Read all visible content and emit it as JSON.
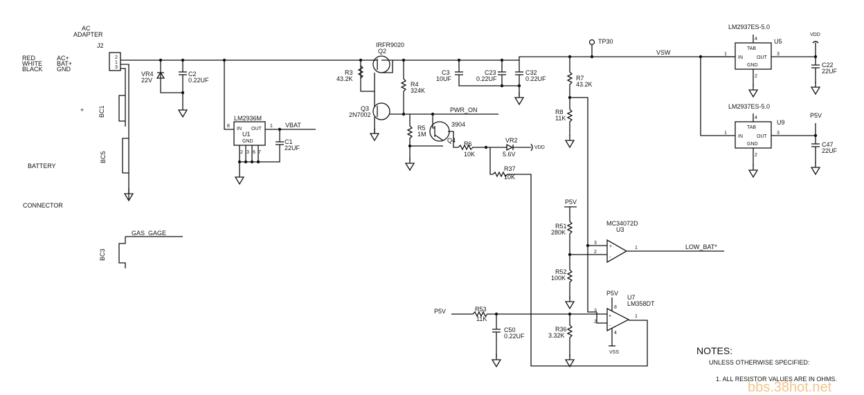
{
  "connector": {
    "ac_label": "AC",
    "adapter_label": "ADAPTER",
    "j2": "J2",
    "wire_red": "RED",
    "wire_white": "WHITE",
    "wire_black": "BLACK",
    "sig_ac": "AC+",
    "sig_bat": "BAT+",
    "sig_gnd": "GND",
    "pin2": "2",
    "pin1": "1",
    "pin3": "3",
    "plus": "+",
    "battery": "BATTERY",
    "connector_label": "CONNECTOR",
    "gas_gage": "GAS_GAGE"
  },
  "contacts": {
    "bc1": "BC1",
    "bc5": "BC5",
    "bc3": "BC3"
  },
  "vr4": {
    "ref": "VR4",
    "value": "22V"
  },
  "c2": {
    "ref": "C2",
    "value": "0.22UF"
  },
  "u1": {
    "part": "LM2936M",
    "ref": "U1",
    "in": "IN",
    "out": "OUT",
    "gnd": "GND",
    "pin_in": "8",
    "pin_out": "1",
    "pin_gnd_a": "2",
    "pin_gnd_b": "3",
    "pin_gnd_c": "6",
    "pin_gnd_d": "7"
  },
  "vbat": "VBAT",
  "c1": {
    "ref": "C1",
    "value": "22UF"
  },
  "q2": {
    "part": "IRFR9020",
    "ref": "Q2"
  },
  "r3": {
    "ref": "R3",
    "value": "43.2K"
  },
  "r4": {
    "ref": "R4",
    "value": "324K"
  },
  "q3": {
    "ref": "Q3",
    "part": "2N7002"
  },
  "pwr_on": "PWR_ON",
  "r5": {
    "ref": "R5",
    "value": "1M"
  },
  "q4": {
    "part": "3904",
    "ref": "Q4"
  },
  "r6": {
    "ref": "R6",
    "value": "10K"
  },
  "vr2": {
    "ref": "VR2",
    "value": "5.6V"
  },
  "vdd": "VDD",
  "r37": {
    "ref": "R37",
    "value": "10K"
  },
  "c3": {
    "ref": "C3",
    "value": "10UF"
  },
  "c23": {
    "ref": "C23",
    "value": "0.22UF"
  },
  "c32": {
    "ref": "C32",
    "value": "0.22UF"
  },
  "tp30": "TP30",
  "vsw": "VSW",
  "r7": {
    "ref": "R7",
    "value": "43.2K"
  },
  "r8": {
    "ref": "R8",
    "value": "11K"
  },
  "u5": {
    "part": "LM2937ES-5.0",
    "ref": "U5",
    "tab": "TAB",
    "in": "IN",
    "out": "OUT",
    "gnd": "GND",
    "pin_tab": "4",
    "pin_in": "1",
    "pin_out": "3",
    "pin_gnd": "2"
  },
  "u9": {
    "part": "LM2937ES-5.0",
    "ref": "U9",
    "tab": "TAB",
    "in": "IN",
    "out": "OUT",
    "gnd": "GND",
    "pin_tab": "4",
    "pin_in": "1",
    "pin_out": "3",
    "pin_gnd": "2"
  },
  "c22": {
    "ref": "C22",
    "value": "22UF"
  },
  "c47": {
    "ref": "C47",
    "value": "22UF"
  },
  "p5v": "P5V",
  "r51": {
    "ref": "R51",
    "value": "280K"
  },
  "r52": {
    "ref": "R52",
    "value": "100K"
  },
  "u3": {
    "part": "MC34072D",
    "ref": "U3",
    "pin_plus": "3",
    "pin_minus": "2",
    "pin_out": "1",
    "plus": "+",
    "minus": "-"
  },
  "low_bat": "LOW_BAT*",
  "u7": {
    "part": "LM358DT",
    "ref": "U7",
    "pin_plus": "3",
    "pin_minus": "2",
    "pin_out": "1",
    "pin_vcc": "8",
    "pin_gnd": "4",
    "plus": "+",
    "minus": "-"
  },
  "vss": "VSS",
  "r53": {
    "ref": "R53",
    "value": "11K"
  },
  "c50": {
    "ref": "C50",
    "value": "0.22UF"
  },
  "r36": {
    "ref": "R36",
    "value": "3.32K"
  },
  "notes": {
    "title": "NOTES:",
    "line1": "UNLESS OTHERWISE SPECIFIED:",
    "line2": "1.  ALL RESISTOR VALUES ARE IN OHMS."
  },
  "watermark": "bbs.38hot.net"
}
